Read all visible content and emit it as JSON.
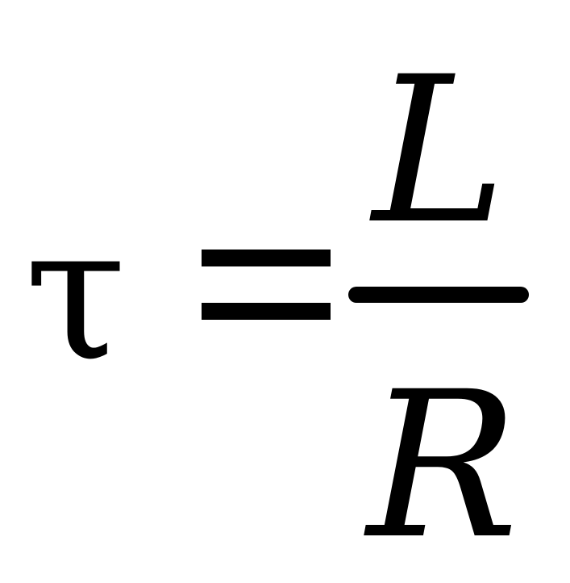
{
  "formula": {
    "lhs": "τ",
    "relation": "=",
    "fraction": {
      "numerator": "L",
      "denominator": "R"
    }
  }
}
